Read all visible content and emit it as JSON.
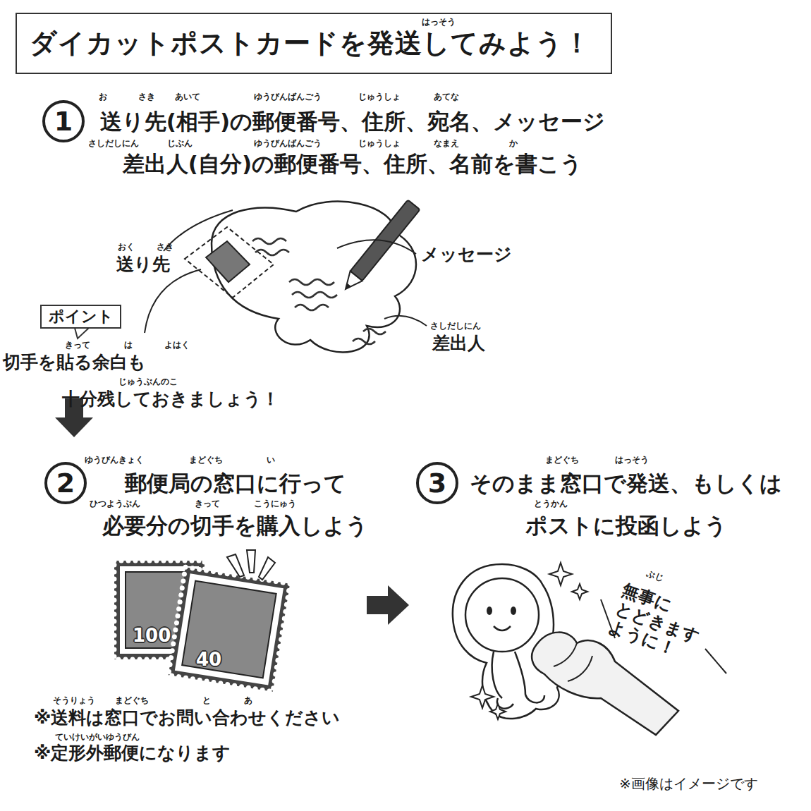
{
  "diagram": {
    "title": "ダイカットポストカードを発送してみよう！",
    "caption": "※画像はイメージです",
    "nodes": [
      {
        "text": [
          "1",
          "送り先(相手)の郵便番号、住所、宛名、メッセージ 差出人(自分)の郵便番号、住所、名前を書こう"
        ]
      },
      {
        "text": [
          "ポイント"
        ]
      },
      {
        "text": [
          "2",
          "郵便局の窓口に行って 必要分の切手を購入しよう"
        ]
      },
      {
        "text": [
          "3",
          "そのまま窓口で発送、もしくは ポストに投函しよう"
        ]
      }
    ],
    "labels": [
      "はっそう",
      "お",
      "さき",
      "あいて",
      "ゆうびんばんごう",
      "じゅうしょ",
      "あてな",
      "さしだしにん",
      "じぶん",
      "ゆうびんばんごう",
      "じゅうしょ",
      "なまえ",
      "か",
      "おく",
      "さき",
      "送り先",
      "メッセージ",
      "さしだしにん",
      "差出人",
      "きって",
      "は",
      "よはく",
      "じゅうぶんのこ",
      "切手を貼る余白も 十分残しておきましょう！",
      "ゆうびんきょく",
      "まどぐち",
      "い",
      "ひつようぶん",
      "きって",
      "こうにゅう",
      "まどぐち",
      "はっそう",
      "とうかん",
      "100",
      "40",
      "そうりょう",
      "まどぐち",
      "と",
      "あ",
      "※送料は窓口でお問い合わせください",
      "ていけいがいゆうびん",
      "※定形外郵便になります",
      "ぶじ",
      "無事に とどきます ように！"
    ]
  }
}
